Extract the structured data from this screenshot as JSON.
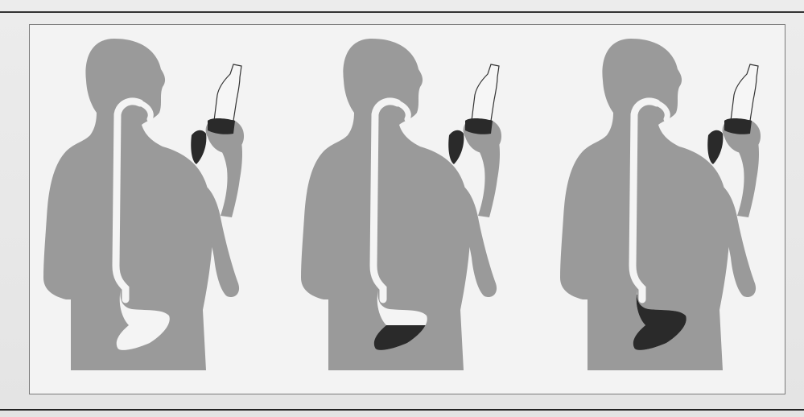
{
  "figure": {
    "panel_count": 3,
    "colors": {
      "silhouette": "#9a9a9a",
      "liquid": "#2a2a2a",
      "tract": "#f4f4f4",
      "bottle": "#f6f6f6",
      "frame_border": "#7a7a7a",
      "rule": "#333333"
    },
    "panels": [
      {
        "stomach_fill": 0.0
      },
      {
        "stomach_fill": 0.35
      },
      {
        "stomach_fill": 0.75
      }
    ]
  }
}
